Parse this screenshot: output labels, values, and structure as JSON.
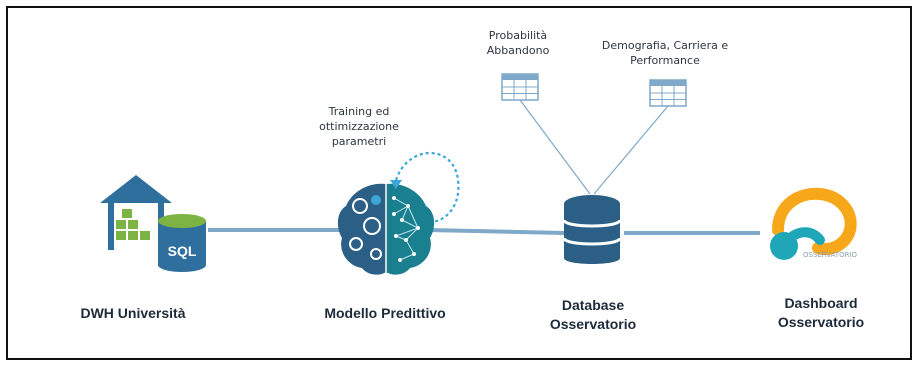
{
  "nodes": {
    "dwh": {
      "label": "DWH Università",
      "sql_text": "SQL"
    },
    "model": {
      "label": "Modello Predittivo"
    },
    "database": {
      "label_line1": "Database",
      "label_line2": "Osservatorio"
    },
    "dashboard": {
      "label_line1": "Dashboard",
      "label_line2": "Osservatorio",
      "logo_text": "OSSERVATORIO"
    }
  },
  "annotations": {
    "training": [
      "Training ed",
      "ottimizzazione",
      "parametri"
    ],
    "table_probabilita": [
      "Probabilità",
      "Abbandono"
    ],
    "table_demografia": [
      "Demografia, Carriera e",
      "Performance"
    ]
  },
  "colors": {
    "connector": "#7fa8c9",
    "primary": "#2e6f9e",
    "green": "#7cb342",
    "teal": "#1a7f8e",
    "accent_blue": "#3aa7d8",
    "logo_orange": "#f6a81a",
    "logo_teal": "#1fa6b8",
    "text": "#1c2a3a"
  },
  "icons": [
    "warehouse-icon",
    "sql-cylinder-icon",
    "brain-icon",
    "loop-arrow-icon",
    "table-icon",
    "database-icon",
    "osservatorio-logo-icon"
  ]
}
